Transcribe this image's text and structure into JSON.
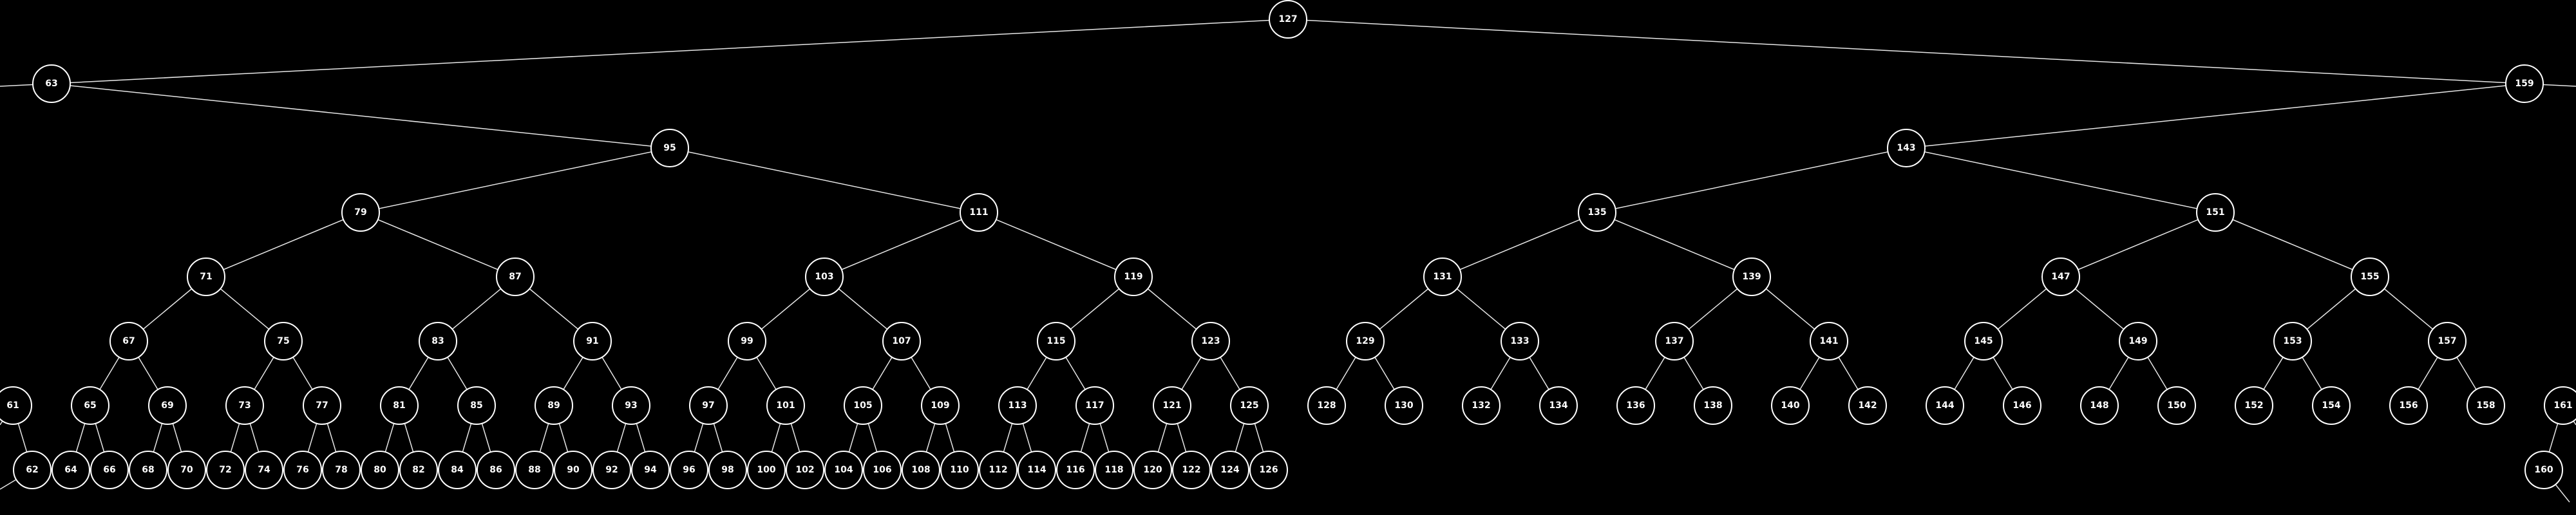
{
  "diagram": {
    "type": "binary-search-tree",
    "background": "#000000",
    "node_stroke": "#ffffff",
    "edge_color": "#e6e6e6",
    "nodes": [
      {
        "value": 127
      },
      {
        "value": 63,
        "parent": 127
      },
      {
        "value": 159,
        "parent": 127
      },
      {
        "value": 95,
        "parent": 63
      },
      {
        "value": 143,
        "parent": 159
      },
      {
        "value": 79,
        "parent": 95
      },
      {
        "value": 111,
        "parent": 95
      },
      {
        "value": 135,
        "parent": 143
      },
      {
        "value": 151,
        "parent": 143
      },
      {
        "value": 71,
        "parent": 79
      },
      {
        "value": 87,
        "parent": 79
      },
      {
        "value": 103,
        "parent": 111
      },
      {
        "value": 119,
        "parent": 111
      },
      {
        "value": 131,
        "parent": 135
      },
      {
        "value": 139,
        "parent": 135
      },
      {
        "value": 147,
        "parent": 151
      },
      {
        "value": 155,
        "parent": 151
      },
      {
        "value": 67,
        "parent": 71
      },
      {
        "value": 75,
        "parent": 71
      },
      {
        "value": 83,
        "parent": 87
      },
      {
        "value": 91,
        "parent": 87
      },
      {
        "value": 99,
        "parent": 103
      },
      {
        "value": 107,
        "parent": 103
      },
      {
        "value": 115,
        "parent": 119
      },
      {
        "value": 123,
        "parent": 119
      },
      {
        "value": 129,
        "parent": 131
      },
      {
        "value": 133,
        "parent": 131
      },
      {
        "value": 137,
        "parent": 139
      },
      {
        "value": 141,
        "parent": 139
      },
      {
        "value": 145,
        "parent": 147
      },
      {
        "value": 149,
        "parent": 147
      },
      {
        "value": 153,
        "parent": 155
      },
      {
        "value": 157,
        "parent": 155
      },
      {
        "value": 61
      },
      {
        "value": 65,
        "parent": 67
      },
      {
        "value": 69,
        "parent": 67
      },
      {
        "value": 73,
        "parent": 75
      },
      {
        "value": 77,
        "parent": 75
      },
      {
        "value": 81,
        "parent": 83
      },
      {
        "value": 85,
        "parent": 83
      },
      {
        "value": 89,
        "parent": 91
      },
      {
        "value": 93,
        "parent": 91
      },
      {
        "value": 97,
        "parent": 99
      },
      {
        "value": 101,
        "parent": 99
      },
      {
        "value": 105,
        "parent": 107
      },
      {
        "value": 109,
        "parent": 107
      },
      {
        "value": 113,
        "parent": 115
      },
      {
        "value": 117,
        "parent": 115
      },
      {
        "value": 121,
        "parent": 123
      },
      {
        "value": 125,
        "parent": 123
      },
      {
        "value": 128,
        "parent": 129
      },
      {
        "value": 130,
        "parent": 129
      },
      {
        "value": 132,
        "parent": 133
      },
      {
        "value": 134,
        "parent": 133
      },
      {
        "value": 136,
        "parent": 137
      },
      {
        "value": 138,
        "parent": 137
      },
      {
        "value": 140,
        "parent": 141
      },
      {
        "value": 142,
        "parent": 141
      },
      {
        "value": 144,
        "parent": 145
      },
      {
        "value": 146,
        "parent": 145
      },
      {
        "value": 148,
        "parent": 149
      },
      {
        "value": 150,
        "parent": 149
      },
      {
        "value": 152,
        "parent": 153
      },
      {
        "value": 154,
        "parent": 153
      },
      {
        "value": 156,
        "parent": 157
      },
      {
        "value": 158,
        "parent": 157
      },
      {
        "value": 161
      },
      {
        "value": 62,
        "parent": 61
      },
      {
        "value": 64,
        "parent": 65
      },
      {
        "value": 66,
        "parent": 65
      },
      {
        "value": 68,
        "parent": 69
      },
      {
        "value": 70,
        "parent": 69
      },
      {
        "value": 72,
        "parent": 73
      },
      {
        "value": 74,
        "parent": 73
      },
      {
        "value": 76,
        "parent": 77
      },
      {
        "value": 78,
        "parent": 77
      },
      {
        "value": 80,
        "parent": 81
      },
      {
        "value": 82,
        "parent": 81
      },
      {
        "value": 84,
        "parent": 85
      },
      {
        "value": 86,
        "parent": 85
      },
      {
        "value": 88,
        "parent": 89
      },
      {
        "value": 90,
        "parent": 89
      },
      {
        "value": 92,
        "parent": 93
      },
      {
        "value": 94,
        "parent": 93
      },
      {
        "value": 96,
        "parent": 97
      },
      {
        "value": 98,
        "parent": 97
      },
      {
        "value": 100,
        "parent": 101
      },
      {
        "value": 102,
        "parent": 101
      },
      {
        "value": 104,
        "parent": 105
      },
      {
        "value": 106,
        "parent": 105
      },
      {
        "value": 108,
        "parent": 109
      },
      {
        "value": 110,
        "parent": 109
      },
      {
        "value": 112,
        "parent": 113
      },
      {
        "value": 114,
        "parent": 113
      },
      {
        "value": 116,
        "parent": 117
      },
      {
        "value": 118,
        "parent": 117
      },
      {
        "value": 120,
        "parent": 121
      },
      {
        "value": 122,
        "parent": 121
      },
      {
        "value": 124,
        "parent": 125
      },
      {
        "value": 126,
        "parent": 125
      },
      {
        "value": 160,
        "parent": 161
      }
    ]
  }
}
